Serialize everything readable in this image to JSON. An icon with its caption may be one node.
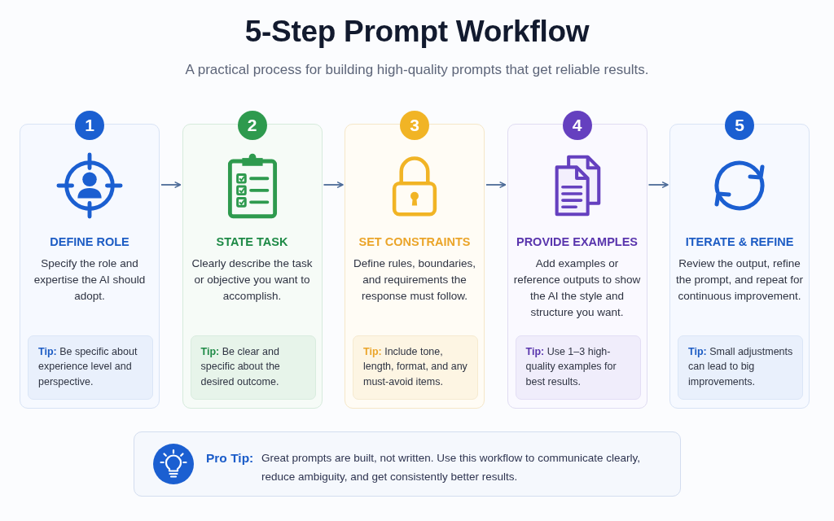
{
  "diagram": {
    "title": "5-Step Prompt Workflow",
    "nodes": [
      {
        "text": [
          "1"
        ]
      },
      {
        "text": [
          "DEFINE ROLE",
          "Specify the role and expertise the AI should adopt."
        ]
      },
      {
        "text": [
          "**Tip:** Be specific about experience level and perspective."
        ],
        "in": 1
      },
      {
        "text": [
          "2"
        ]
      },
      {
        "text": [
          "STATE TASK",
          "Clearly describe the task or objective you want to accomplish."
        ]
      },
      {
        "text": [
          "**Tip:** Be clear and specific about the desired outcome."
        ],
        "in": 4
      },
      {
        "text": [
          "3"
        ]
      },
      {
        "text": [
          "SET CONSTRAINTS",
          "Define rules, boundaries, and requirements the response must follow."
        ]
      },
      {
        "text": [
          "**Tip:** Include tone, length, format, and any must-avoid items."
        ],
        "in": 7
      },
      {
        "text": [
          "4"
        ]
      },
      {
        "text": [
          "PROVIDE EXAMPLES",
          "Add examples or reference outputs to show the AI the style and structure you want."
        ]
      },
      {
        "text": [
          "**Tip:** Use 1–3 high-quality examples for best results."
        ],
        "in": 10
      },
      {
        "text": [
          "5"
        ]
      },
      {
        "text": [
          "ITERATE & REFINE",
          "Review the output, refine the prompt, and repeat for continuous improvement."
        ]
      },
      {
        "text": [
          "**Tip:** Small adjustments can lead to big improvements."
        ],
        "in": 13
      },
      {
        "text": [
          "Pro Tip:",
          "Great prompts are built, not written. Use this workflow to communicate clearly, reduce ambiguity, and get consistently better results."
        ]
      }
    ],
    "edges": [
      {
        "from": 1,
        "to": 4,
        "arrow": "to"
      },
      {
        "from": 4,
        "to": 7,
        "arrow": "to"
      },
      {
        "from": 7,
        "to": 10,
        "arrow": "to"
      },
      {
        "from": 10,
        "to": 13,
        "arrow": "to"
      }
    ],
    "labels": [
      "A practical process for building high-quality prompts that get reliable results."
    ]
  }
}
